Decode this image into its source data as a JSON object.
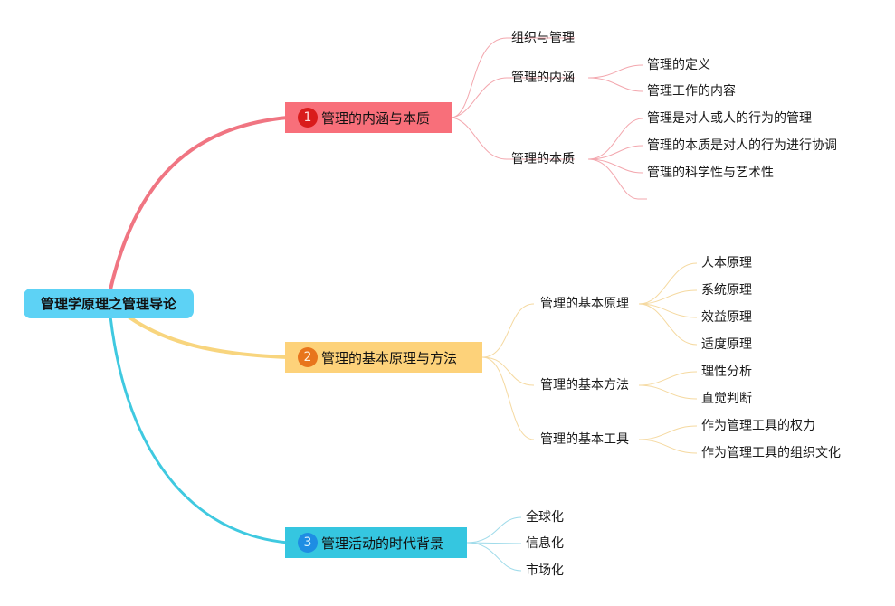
{
  "root": {
    "label": "管理学原理之管理导论"
  },
  "branches": [
    {
      "badge": "1",
      "label": "管理的内涵与本质",
      "color": "#f86f7a",
      "children": [
        {
          "label": "组织与管理"
        },
        {
          "label": "管理的内涵",
          "children": [
            "管理的定义",
            "管理工作的内容"
          ]
        },
        {
          "label": "管理的本质",
          "children": [
            "管理是对人或人的行为的管理",
            "管理的本质是对人的行为进行协调",
            "管理的科学性与艺术性"
          ]
        }
      ]
    },
    {
      "badge": "2",
      "label": "管理的基本原理与方法",
      "color": "#fdd27a",
      "children": [
        {
          "label": "管理的基本原理",
          "children": [
            "人本原理",
            "系统原理",
            "效益原理",
            "适度原理"
          ]
        },
        {
          "label": "管理的基本方法",
          "children": [
            "理性分析",
            "直觉判断"
          ]
        },
        {
          "label": "管理的基本工具",
          "children": [
            "作为管理工具的权力",
            "作为管理工具的组织文化"
          ]
        }
      ]
    },
    {
      "badge": "3",
      "label": "管理活动的时代背景",
      "color": "#35c6e0",
      "children": [
        {
          "label": "全球化"
        },
        {
          "label": "信息化"
        },
        {
          "label": "市场化"
        }
      ]
    }
  ]
}
